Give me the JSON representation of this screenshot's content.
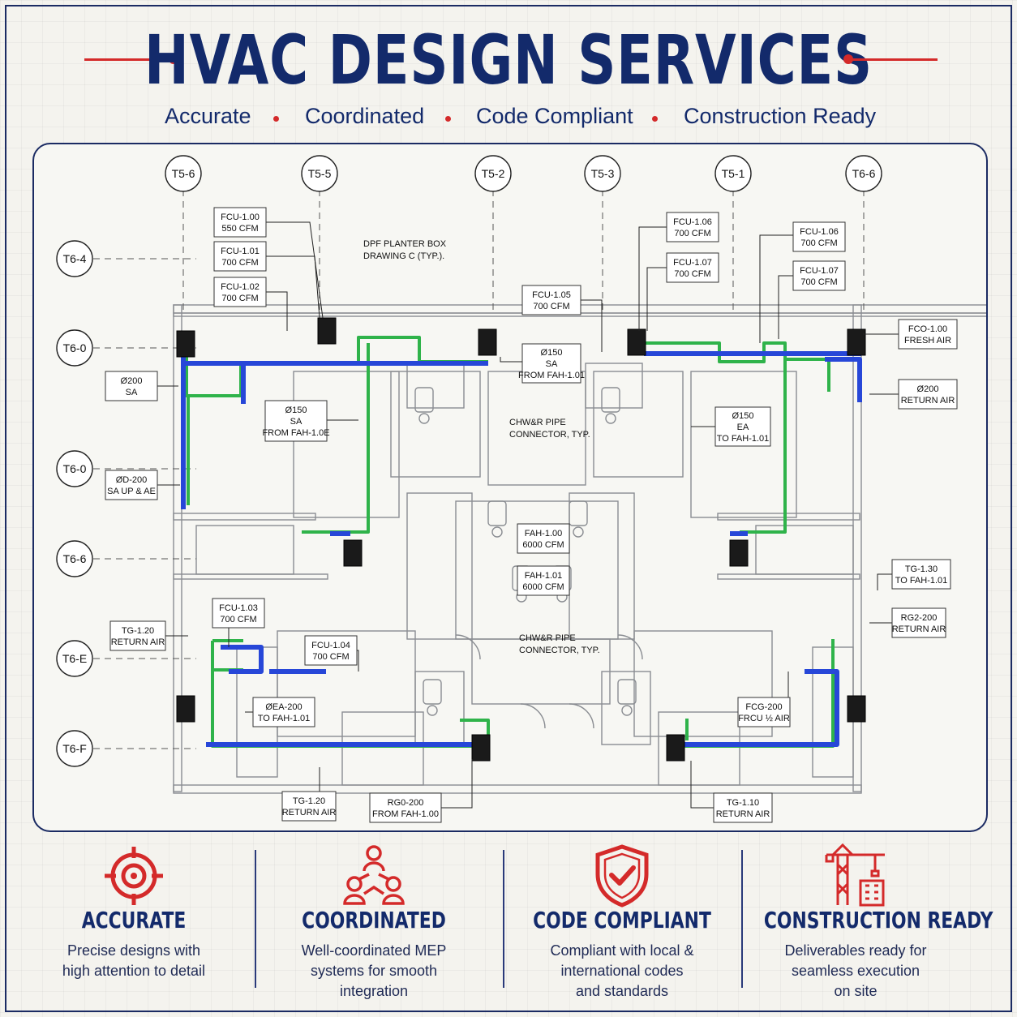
{
  "header": {
    "title": "HVAC DESIGN SERVICES",
    "taglines": [
      "Accurate",
      "Coordinated",
      "Code Compliant",
      "Construction Ready"
    ],
    "accent_color": "#d42a2a",
    "primary_color": "#132a6b"
  },
  "plan": {
    "grid_top": [
      "T5-6",
      "T5-5",
      "T5-2",
      "T5-3",
      "T5-1",
      "T6-6"
    ],
    "grid_left": [
      "T6-4",
      "T6-0",
      "T6-0",
      "T6-6",
      "T6-E",
      "T6-F"
    ],
    "labels": [
      {
        "l1": "FCU-1.00",
        "l2": "550 CFM"
      },
      {
        "l1": "FCU-1.01",
        "l2": "700 CFM"
      },
      {
        "l1": "FCU-1.02",
        "l2": "700 CFM"
      },
      {
        "l1": "Ø200",
        "l2": "SA"
      },
      {
        "l1": "Ø150",
        "l2": "SA",
        "l3": "FROM FAH-1.0E"
      },
      {
        "l1": "ØD-200",
        "l2": "SA UP & AE"
      },
      {
        "l1": "FCU-1.05",
        "l2": "700 CFM"
      },
      {
        "l1": "Ø150",
        "l2": "SA",
        "l3": "FROM FAH-1.01"
      },
      {
        "l1": "FCU-1.06",
        "l2": "700 CFM"
      },
      {
        "l1": "FCU-1.07",
        "l2": "700 CFM"
      },
      {
        "l1": "FCU-1.06",
        "l2": "700 CFM"
      },
      {
        "l1": "FCU-1.07",
        "l2": "700 CFM"
      },
      {
        "l1": "FCO-1.00",
        "l2": "FRESH AIR"
      },
      {
        "l1": "Ø200",
        "l2": "RETURN AIR"
      },
      {
        "l1": "Ø150",
        "l2": "EA",
        "l3": "TO FAH-1.01"
      },
      {
        "l1": "FAH-1.00",
        "l2": "6000 CFM"
      },
      {
        "l1": "FAH-1.01",
        "l2": "6000 CFM"
      },
      {
        "l1": "TG-1.30",
        "l2": "TO FAH-1.01"
      },
      {
        "l1": "RG2-200",
        "l2": "RETURN AIR"
      },
      {
        "l1": "FCU-1.03",
        "l2": "700 CFM"
      },
      {
        "l1": "TG-1.20",
        "l2": "RETURN AIR"
      },
      {
        "l1": "FCU-1.04",
        "l2": "700 CFM"
      },
      {
        "l1": "ØEA-200",
        "l2": "TO FAH-1.01"
      },
      {
        "l1": "FCG-200",
        "l2": "FRCU ½ AIR"
      },
      {
        "l1": "TG-1.20",
        "l2": "RETURN AIR"
      },
      {
        "l1": "RG0-200",
        "l2": "FROM FAH-1.00"
      },
      {
        "l1": "TG-1.10",
        "l2": "RETURN AIR"
      }
    ],
    "notes": [
      {
        "l1": "DPF PLANTER BOX",
        "l2": "DRAWING C (TYP.)."
      },
      {
        "l1": "CHW&R PIPE",
        "l2": "CONNECTOR, TYP."
      },
      {
        "l1": "CHW&R PIPE",
        "l2": "CONNECTOR, TYP."
      }
    ],
    "supply_color": "#2747d8",
    "pipe_color": "#2fb34a"
  },
  "features": [
    {
      "title": "ACCURATE",
      "desc": [
        "Precise designs with",
        "high attention to detail"
      ],
      "icon": "target-icon"
    },
    {
      "title": "COORDINATED",
      "desc": [
        "Well-coordinated MEP",
        "systems for smooth",
        "integration"
      ],
      "icon": "network-people-icon"
    },
    {
      "title": "CODE COMPLIANT",
      "desc": [
        "Compliant with local &",
        "international codes",
        "and standards"
      ],
      "icon": "shield-check-icon"
    },
    {
      "title": "CONSTRUCTION READY",
      "desc": [
        "Deliverables ready for",
        "seamless execution",
        "on site"
      ],
      "icon": "crane-building-icon"
    }
  ]
}
